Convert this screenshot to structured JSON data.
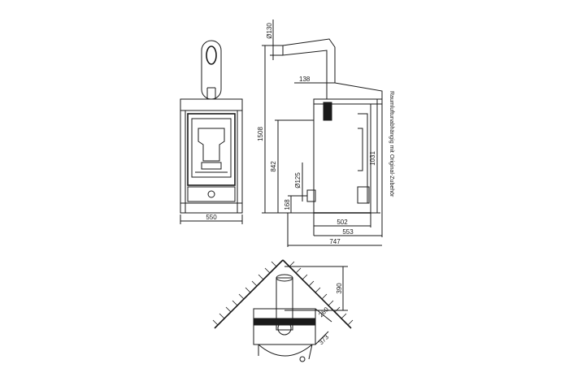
{
  "dimensions": {
    "front_width": "550",
    "flue_diameter": "Ø130",
    "overall_height": "1508",
    "flue_offset": "138",
    "outlet_height": "842",
    "air_inlet_diameter": "Ø125",
    "air_inlet_height": "168",
    "body_height": "1031",
    "depth_body": "502",
    "depth_outlet": "553",
    "depth_overall": "747",
    "corner_distance": "390",
    "corner_side_a": "260",
    "corner_side_b": "373"
  },
  "note": "Raumluftunabhängig mit Original-Zubehör",
  "colors": {
    "line": "#1a1a1a",
    "background": "#ffffff"
  }
}
